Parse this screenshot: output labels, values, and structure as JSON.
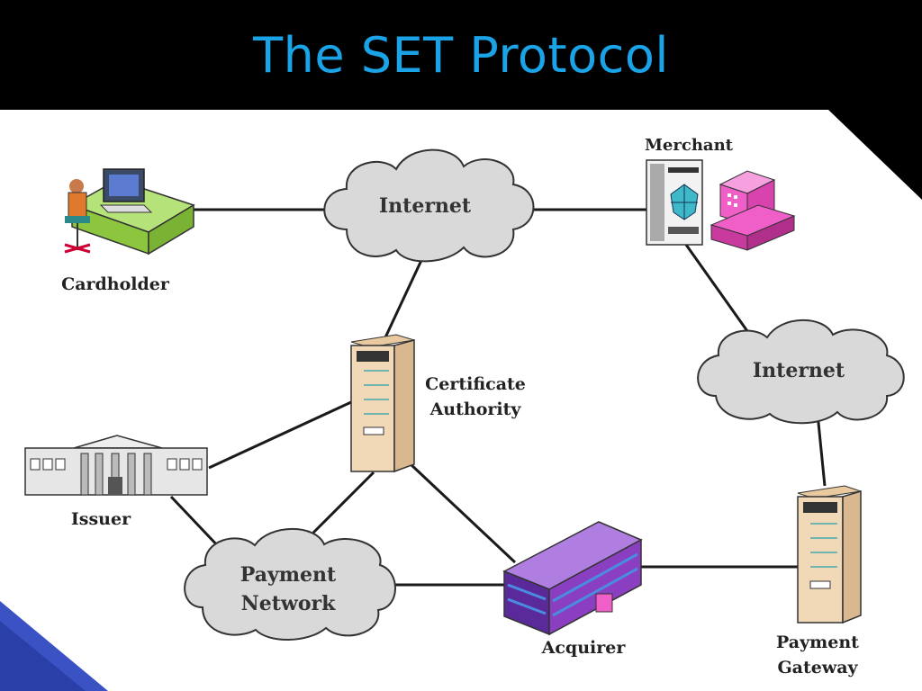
{
  "slide": {
    "title": "The SET Protocol"
  },
  "nodes": {
    "cardholder": "Cardholder",
    "merchant": "Merchant",
    "internet_top": "Internet",
    "internet_right": "Internet",
    "ca_line1": "Certificate",
    "ca_line2": "Authority",
    "issuer": "Issuer",
    "payment_network_line1": "Payment",
    "payment_network_line2": "Network",
    "acquirer": "Acquirer",
    "gateway_line1": "Payment",
    "gateway_line2": "Gateway"
  },
  "colors": {
    "title": "#1aa3e6",
    "background": "#000000",
    "panel": "#ffffff",
    "accent": "#3a52c4",
    "cloud": "#d9d9d9",
    "server": "#f1d9b8",
    "desk": "#9ed34a",
    "register": "#f05ec8",
    "acquirer_building": "#8a3fc0"
  }
}
